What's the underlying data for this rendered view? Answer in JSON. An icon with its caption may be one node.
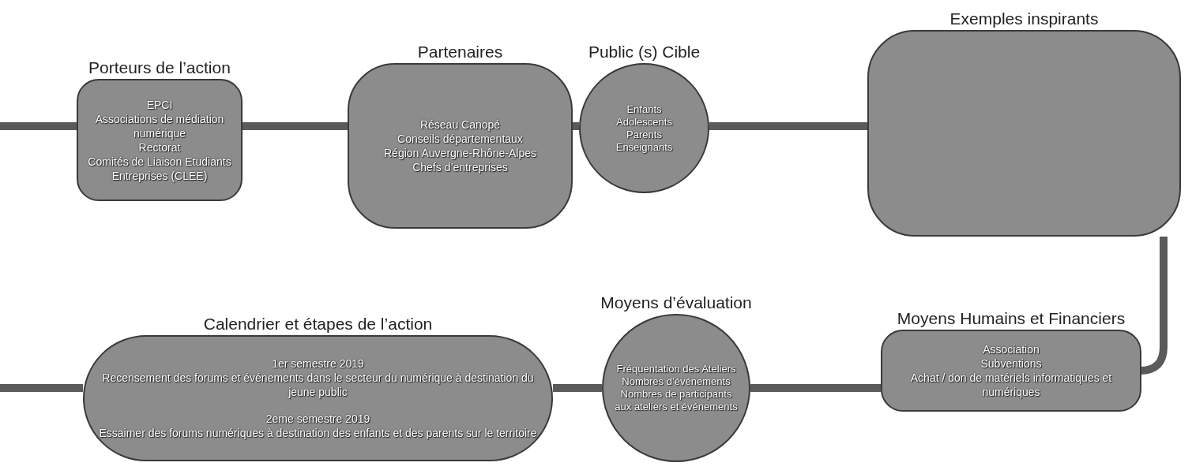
{
  "diagram": {
    "nodes": [
      {
        "text": [
          "Porteurs de l’action",
          "EPCI",
          "Associations de médiation numérique",
          "Rectorat",
          "Comités de Liaison Etudiants Entreprises (CLEE)"
        ]
      },
      {
        "text": [
          "Partenaires",
          "Réseau Canopé",
          "Conseils départementaux",
          "Région Auvergne-Rhône-Alpes",
          "Chefs d’entreprises"
        ]
      },
      {
        "text": [
          "Public (s) Cible",
          "Enfants",
          "Adolescents",
          "Parents",
          "Enseignants"
        ]
      },
      {
        "text": [
          "Exemples inspirants"
        ]
      },
      {
        "text": [
          "Moyens Humains et Financiers",
          "Association",
          "Subventions",
          "Achat / don de matériels informatiques et numériques"
        ]
      },
      {
        "text": [
          "Moyens d’évaluation",
          "Fréquentation des Ateliers",
          "Nombres d’événements",
          "Nombres de participants aux ateliers et événements"
        ]
      },
      {
        "text": [
          "Calendrier et étapes de l’action",
          "1er semestre 2019",
          "Recensement des forums et événements dans le secteur du numérique à destination du jeune public",
          "2eme semestre 2019",
          "Essaimer des forums numériques à destination des enfants et des parents sur le territoire"
        ]
      }
    ],
    "edges": [
      {
        "from": null,
        "to": 0,
        "arrow": "none"
      },
      {
        "from": 0,
        "to": 1,
        "arrow": "none"
      },
      {
        "from": 1,
        "to": 2,
        "arrow": "none"
      },
      {
        "from": 2,
        "to": 3,
        "arrow": "none"
      },
      {
        "from": 3,
        "to": 4,
        "arrow": "none"
      },
      {
        "from": 4,
        "to": 5,
        "arrow": "none"
      },
      {
        "from": 5,
        "to": 6,
        "arrow": "none"
      },
      {
        "from": 6,
        "to": null,
        "arrow": "none"
      }
    ]
  }
}
